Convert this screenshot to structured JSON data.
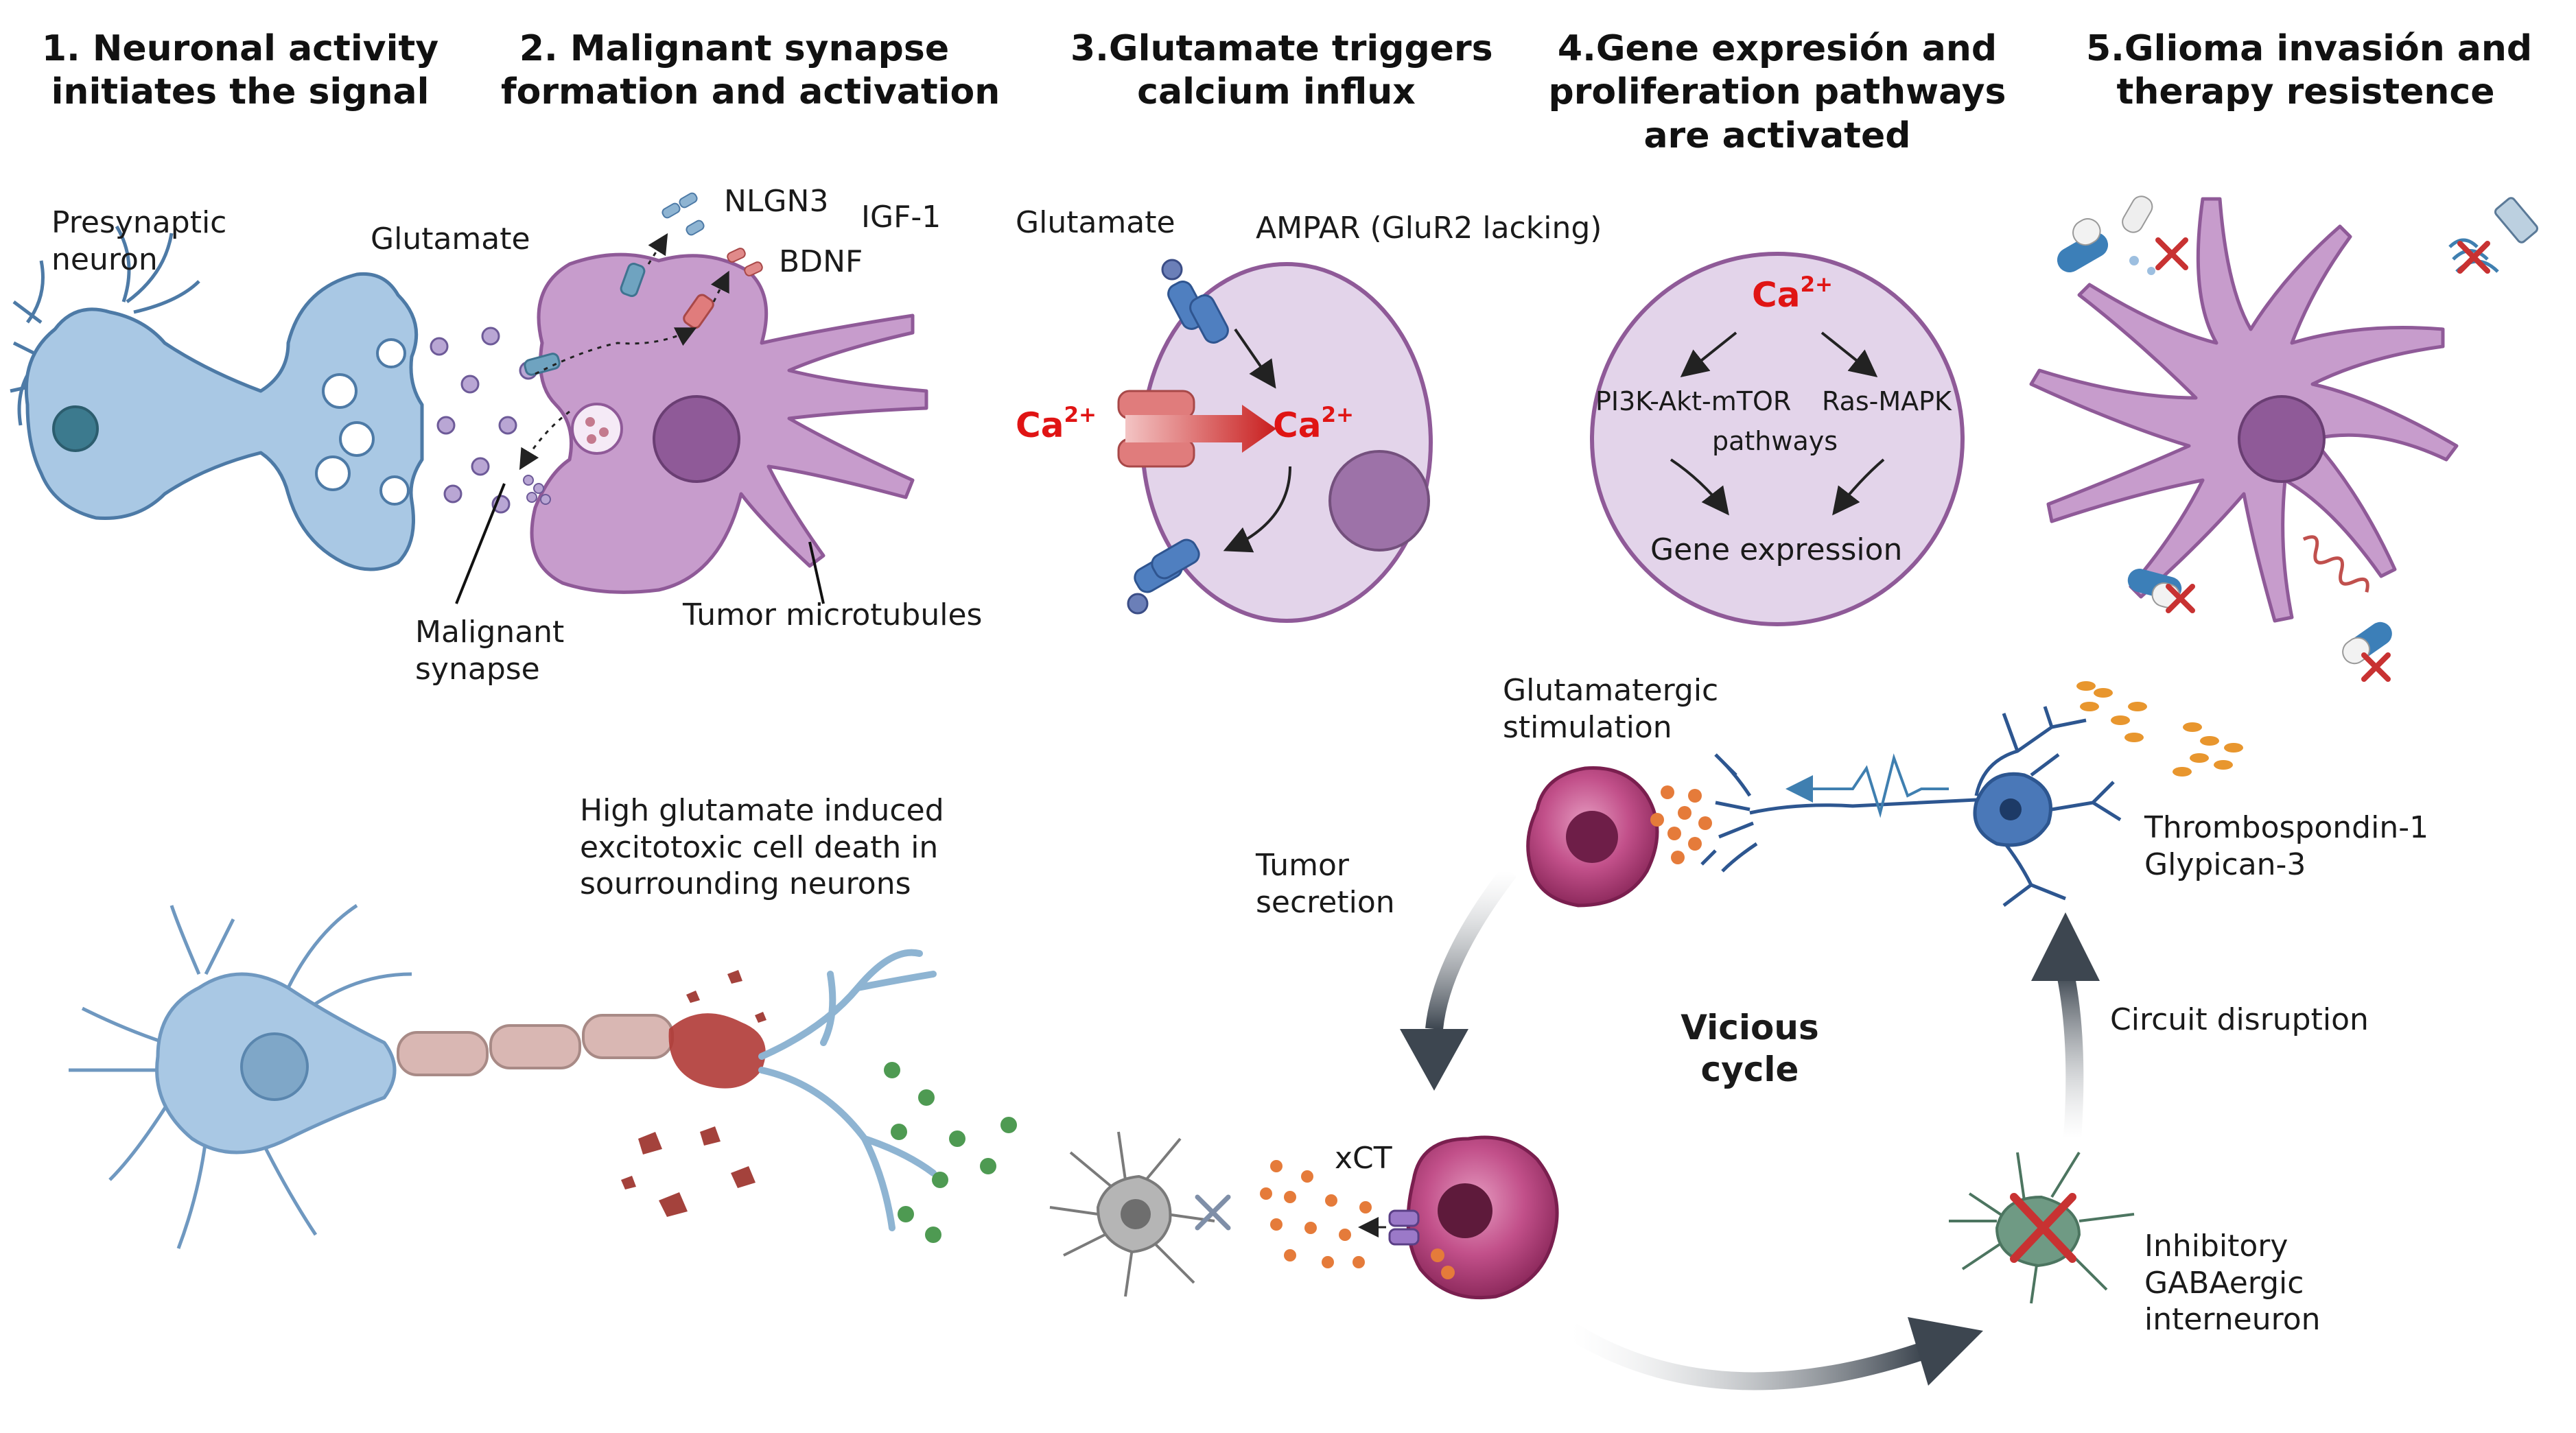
{
  "headers": [
    [
      "1. Neuronal activity",
      "initiates the signal"
    ],
    [
      "2. Malignant synapse",
      "formation and activation"
    ],
    [
      "3.Glutamate triggers",
      "calcium influx"
    ],
    [
      "4.Gene expresión and",
      "proliferation pathways",
      "are activated"
    ],
    [
      "5.Glioma invasión and",
      "therapy resistence"
    ]
  ],
  "panel1": {
    "presynaptic_neuron": [
      "Presynaptic",
      "neuron"
    ],
    "glutamate": "Glutamate"
  },
  "panel2": {
    "nlgn3": "NLGN3",
    "igf1": "IGF-1",
    "bdnf": "BDNF",
    "malignant_synapse": [
      "Malignant",
      "synapse"
    ],
    "tumor_microtubules": "Tumor microtubules"
  },
  "panel3": {
    "glutamate": "Glutamate",
    "ampar": "AMPAR (GluR2 lacking)",
    "ca_symbol": "Ca",
    "ca_charge": "2+"
  },
  "panel4": {
    "ca_symbol": "Ca",
    "ca_charge": "2+",
    "pi3k": "PI3K-Akt-mTOR",
    "pathways": "pathways",
    "ras": "Ras-MAPK",
    "gene_expression": "Gene expression"
  },
  "cycle": {
    "glutamatergic_stimulation": [
      "Glutamatergic",
      "stimulation"
    ],
    "thrombospondin": [
      "Thrombospondin-1",
      "Glypican-3"
    ],
    "high_glutamate": [
      "High glutamate induced",
      "excitotoxic cell death in",
      "sourrounding neurons"
    ],
    "tumor_secretion": [
      "Tumor",
      "secretion"
    ],
    "vicious_cycle": [
      "Vicious",
      "cycle"
    ],
    "circuit_disruption": "Circuit disruption",
    "xct": "xCT",
    "inhibitory": [
      "Inhibitory",
      "GABAergic",
      "interneuron"
    ]
  },
  "colors": {
    "neuron_blue": "#a9c8e4",
    "neuron_outline": "#4d7aa6",
    "dark_neuron": "#3f6ea8",
    "tumor_purple": "#c79ccc",
    "tumor_outline": "#8f5a98",
    "cell_lilac": "#e3d4ea",
    "ca_red": "#e01414",
    "magenta_cell": "#b63a78",
    "green_vesicle": "#4e9a52",
    "orange_dot": "#e57b3a",
    "arrow_dark": "#3d4650",
    "grey_cell": "#a8a8a8",
    "gaba_green": "#6f9a84",
    "cross_red": "#c83232"
  },
  "icons": [
    "x-cross-icon",
    "pill-capsule-icon",
    "radiation-icon",
    "ecg-pulse-icon",
    "dna-strand-icon"
  ]
}
